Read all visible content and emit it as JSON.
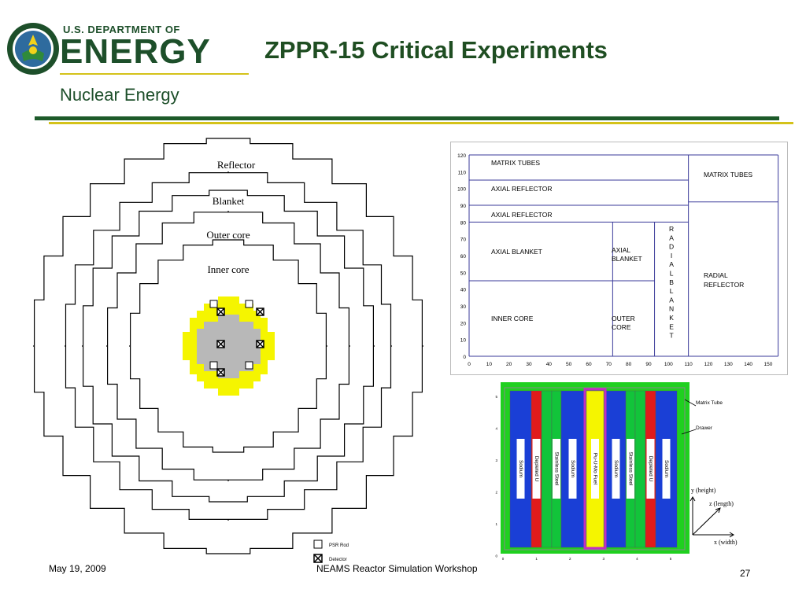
{
  "header": {
    "org_line1": "U.S. DEPARTMENT OF",
    "org_line2": "ENERGY",
    "org_sub": "Nuclear Energy",
    "title": "ZPPR-15 Critical Experiments"
  },
  "footer": {
    "date": "May 19, 2009",
    "event": "NEAMS Reactor Simulation Workshop",
    "page": "27"
  },
  "core_map": {
    "labels": {
      "reflector": "Reflector",
      "blanket": "Blanket",
      "outer_core": "Outer core",
      "inner_core": "Inner core"
    },
    "legend": {
      "psr_rod": "PSR Rod",
      "detector": "Detector"
    },
    "colors": {
      "inner_core": "#b8b8b8",
      "outer_core": "#f5f500",
      "lines": "#000000"
    }
  },
  "rz_model": {
    "y_ticks": [
      "120",
      "110",
      "100",
      "90",
      "80",
      "70",
      "60",
      "50",
      "40",
      "30",
      "20",
      "10",
      "0"
    ],
    "x_ticks": [
      "0",
      "10",
      "20",
      "30",
      "40",
      "50",
      "60",
      "70",
      "80",
      "90",
      "100",
      "110",
      "120",
      "130",
      "140",
      "150"
    ],
    "regions": {
      "matrix_tubes_left": "MATRIX TUBES",
      "axial_reflector_1": "AXIAL REFLECTOR",
      "axial_reflector_2": "AXIAL REFLECTOR",
      "axial_blanket": "AXIAL BLANKET",
      "axial_blanket_2_line1": "AXIAL",
      "axial_blanket_2_line2": "BLANKET",
      "inner_core": "INNER CORE",
      "outer_core_line1": "OUTER",
      "outer_core_line2": "CORE",
      "matrix_tubes_right": "MATRIX TUBES",
      "radial_reflector_line1": "RADIAL",
      "radial_reflector_line2": "REFLECTOR",
      "radial_blanket_vertical": [
        "R",
        "A",
        "D",
        "I",
        "A",
        "L",
        "B",
        "L",
        "A",
        "N",
        "K",
        "E",
        "T"
      ]
    },
    "line_color": "#3a3a9a"
  },
  "drawer_model": {
    "y_ticks": [
      "5",
      "4",
      "3",
      "2",
      "1",
      "0"
    ],
    "x_ticks": [
      "0",
      "1",
      "2",
      "3",
      "4",
      "5"
    ],
    "strip_labels": [
      "Sodium",
      "Depleted U",
      "Stainless Steel",
      "Sodium",
      "Pu-U-Mo Fuel",
      "Sodium",
      "Stainless Steel",
      "Depleted U",
      "Sodium"
    ],
    "callouts": {
      "matrix_tube": "Matrix Tube",
      "drawer": "Drawer"
    },
    "axes": {
      "y": "y (height)",
      "z": "z (length)",
      "x": "x (width)"
    },
    "colors": {
      "sodium": "#1a3fd6",
      "depleted_u": "#e01b1b",
      "steel": "#12c43a",
      "fuel": "#f5f500",
      "tube": "#1fd01f",
      "drawer": "#c42bc4"
    }
  }
}
